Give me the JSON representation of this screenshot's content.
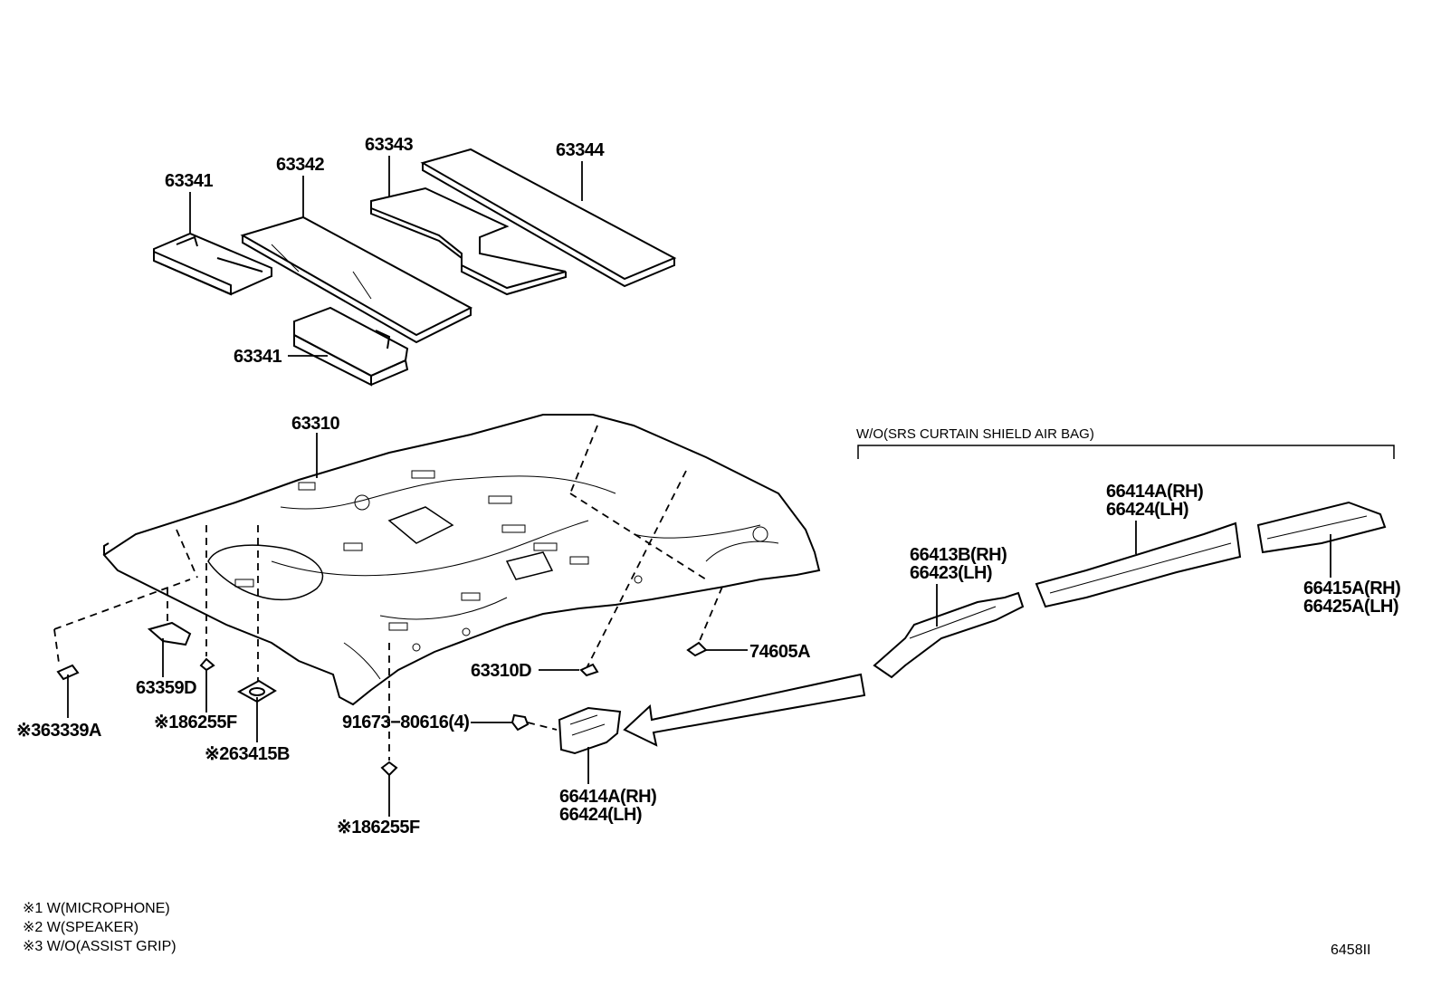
{
  "callouts": {
    "p63341_top": "63341",
    "p63342": "63342",
    "p63343": "63343",
    "p63344": "63344",
    "p63341_bottom": "63341",
    "p63310": "63310",
    "p63359D": "63359D",
    "p63339A": "※363339A",
    "p86255F_a": "※186255F",
    "p63415B": "※263415B",
    "p91673": "91673−80616(4)",
    "p86255F_b": "※186255F",
    "p63310D": "63310D",
    "p74605A": "74605A",
    "p66414A_lower_rh": "66414A(RH)",
    "p66424_lower_lh": "66424(LH)",
    "p66413B_rh": "66413B(RH)",
    "p66423_lh": "66423(LH)",
    "p66414A_upper_rh": "66414A(RH)",
    "p66424_upper_lh": "66424(LH)",
    "p66415A_rh": "66415A(RH)",
    "p66425A_lh": "66425A(LH)"
  },
  "group_label": "W/O(SRS CURTAIN SHIELD AIR BAG)",
  "notes": [
    "※1 W(MICROPHONE)",
    "※2 W(SPEAKER)",
    "※3 W/O(ASSIST GRIP)"
  ],
  "figure_id": "6458II"
}
